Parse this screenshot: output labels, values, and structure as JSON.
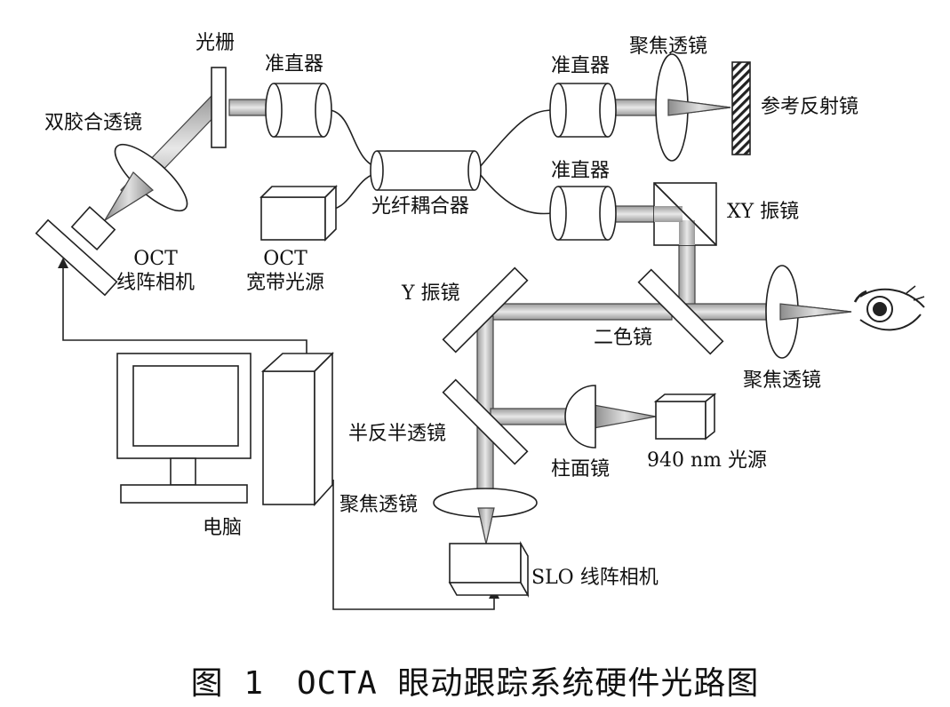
{
  "labels": {
    "grating": "光栅",
    "collimator_1": "准直器",
    "collimator_2": "准直器",
    "collimator_3": "准直器",
    "focus_lens_ref": "聚焦透镜",
    "ref_mirror": "参考反射镜",
    "doublet_lens": "双胶合透镜",
    "fiber_coupler": "光纤耦合器",
    "xy_galvo": "XY 振镜",
    "oct_camera": [
      "OCT",
      "线阵相机"
    ],
    "oct_source": [
      "OCT",
      "宽带光源"
    ],
    "y_galvo": "Y 振镜",
    "dichroic": "二色镜",
    "focus_lens_eye": "聚焦透镜",
    "beam_splitter": "半反半透镜",
    "cyl_lens": "柱面镜",
    "source_940": "940 nm 光源",
    "focus_lens_slo": "聚焦透镜",
    "slo_camera": "SLO 线阵相机",
    "computer": "电脑"
  },
  "caption": "图 1　OCTA 眼动跟踪系统硬件光路图"
}
